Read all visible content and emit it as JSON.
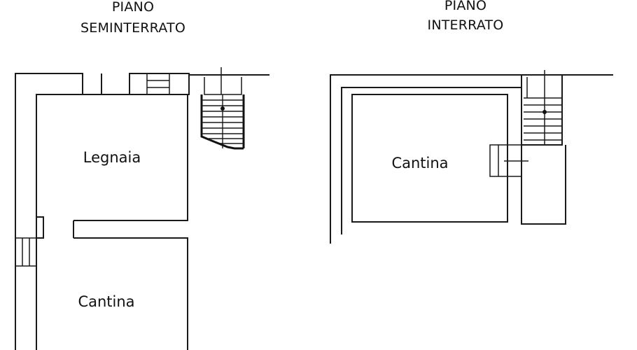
{
  "titles": {
    "left": {
      "line1": "PIANO",
      "line2": "SEMINTERRATO"
    },
    "right": {
      "line1": "PIANO",
      "line2": "INTERRATO"
    }
  },
  "rooms": {
    "left_upper": "Legnaia",
    "left_lower": "Cantina",
    "right": "Cantina"
  }
}
